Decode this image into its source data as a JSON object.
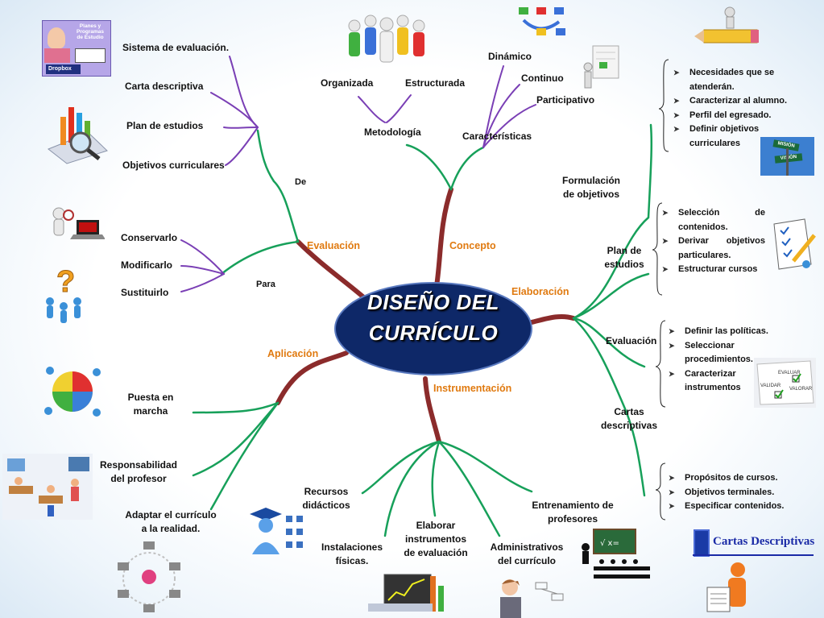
{
  "center": {
    "title_line1": "DISEÑO DEL",
    "title_line2": "CURRÍCULO"
  },
  "branches": {
    "concepto": "Concepto",
    "evaluacion": "Evaluación",
    "aplicacion": "Aplicación",
    "instrumentacion": "Instrumentación",
    "elaboracion": "Elaboración"
  },
  "concepto": {
    "metodologia": "Metodología",
    "organizada": "Organizada",
    "estructurada": "Estructurada",
    "caracteristicas": "Características",
    "dinamico": "Dinámico",
    "continuo": "Continuo",
    "participativo": "Participativo"
  },
  "evaluacion": {
    "de": "De",
    "para": "Para",
    "sistema": "Sistema de evaluación.",
    "carta": "Carta descriptiva",
    "plan": "Plan de estudios",
    "objetivos": "Objetivos curriculares",
    "conservarlo": "Conservarlo",
    "modificarlo": "Modificarlo",
    "sustituirlo": "Sustituirlo"
  },
  "aplicacion": {
    "puesta_l1": "Puesta en",
    "puesta_l2": "marcha",
    "resp_l1": "Responsabilidad",
    "resp_l2": "del profesor",
    "adaptar_l1": "Adaptar el currículo",
    "adaptar_l2": "a la realidad."
  },
  "instrumentacion": {
    "recursos_l1": "Recursos",
    "recursos_l2": "didácticos",
    "instalaciones_l1": "Instalaciones",
    "instalaciones_l2": "físicas.",
    "elaborar_l1": "Elaborar",
    "elaborar_l2": "instrumentos",
    "elaborar_l3": "de evaluación",
    "administrativos_l1": "Administrativos",
    "administrativos_l2": "del currículo",
    "entrenamiento_l1": "Entrenamiento de",
    "entrenamiento_l2": "profesores"
  },
  "elaboracion": {
    "formulacion_l1": "Formulación",
    "formulacion_l2": "de objetivos",
    "formulacion_items": [
      "Necesidades que se atenderán.",
      "Caracterizar al alumno.",
      "Perfil del egresado.",
      "Definir objetivos curriculares"
    ],
    "plan_l1": "Plan de",
    "plan_l2": "estudios",
    "plan_items": [
      "Selección de contenidos.",
      "Derivar objetivos particulares.",
      "Estructurar cursos"
    ],
    "evaluacion": "Evaluación",
    "evaluacion_items": [
      "Definir las políticas.",
      "Seleccionar procedimientos.",
      "Caracterizar instrumentos"
    ],
    "cartas_l1": "Cartas",
    "cartas_l2": "descriptivas",
    "cartas_items": [
      "Propósitos de cursos.",
      "Objetivos terminales.",
      "Especificar contenidos."
    ]
  },
  "images": {
    "planes_text_1": "Planes y",
    "planes_text_2": "Programas",
    "planes_text_3": "de Estudio",
    "dropbox": "Dropbox",
    "mision": "MISIÓN",
    "vision": "VISIÓN",
    "evaluar": "EVALUAR",
    "validar": "VALIDAR",
    "valorar": "VALORAR",
    "cartas_descriptivas": "Cartas Descriptivas"
  },
  "colors": {
    "trunk": "#8b2b2b",
    "green": "#17a05a",
    "purple": "#7a3fb5",
    "orange": "#e07a10",
    "ellipse": "#0e2868"
  }
}
